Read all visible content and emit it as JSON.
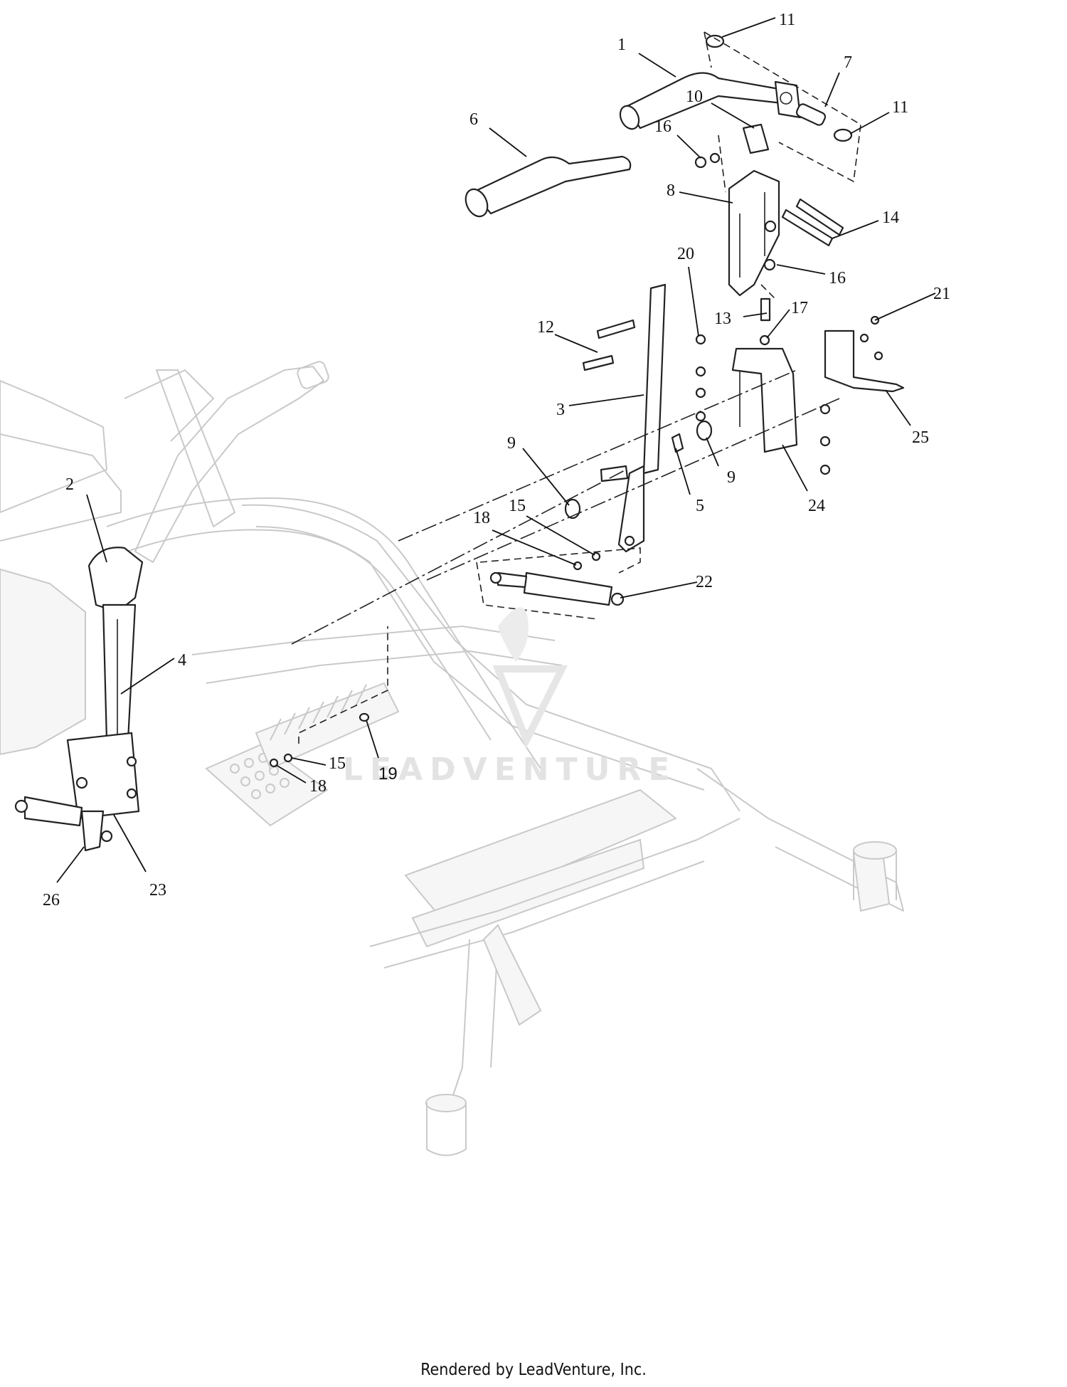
{
  "callouts": [
    {
      "id": "c1",
      "label": "1"
    },
    {
      "id": "c2",
      "label": "2"
    },
    {
      "id": "c3",
      "label": "3"
    },
    {
      "id": "c4",
      "label": "4"
    },
    {
      "id": "c5",
      "label": "5"
    },
    {
      "id": "c6",
      "label": "6"
    },
    {
      "id": "c7",
      "label": "7"
    },
    {
      "id": "c8",
      "label": "8"
    },
    {
      "id": "c9a",
      "label": "9"
    },
    {
      "id": "c9b",
      "label": "9"
    },
    {
      "id": "c10",
      "label": "10"
    },
    {
      "id": "c11a",
      "label": "11"
    },
    {
      "id": "c11b",
      "label": "11"
    },
    {
      "id": "c12",
      "label": "12"
    },
    {
      "id": "c13",
      "label": "13"
    },
    {
      "id": "c14",
      "label": "14"
    },
    {
      "id": "c15a",
      "label": "15"
    },
    {
      "id": "c15b",
      "label": "15"
    },
    {
      "id": "c16a",
      "label": "16"
    },
    {
      "id": "c16b",
      "label": "16"
    },
    {
      "id": "c17",
      "label": "17"
    },
    {
      "id": "c18a",
      "label": "18"
    },
    {
      "id": "c18b",
      "label": "18"
    },
    {
      "id": "c19",
      "label": "19"
    },
    {
      "id": "c20",
      "label": "20"
    },
    {
      "id": "c21",
      "label": "21"
    },
    {
      "id": "c22",
      "label": "22"
    },
    {
      "id": "c23",
      "label": "23"
    },
    {
      "id": "c24",
      "label": "24"
    },
    {
      "id": "c25",
      "label": "25"
    },
    {
      "id": "c26",
      "label": "26"
    }
  ],
  "watermark": {
    "text": "LEADVENTURE"
  },
  "footer": {
    "text": "Rendered by LeadVenture, Inc."
  }
}
